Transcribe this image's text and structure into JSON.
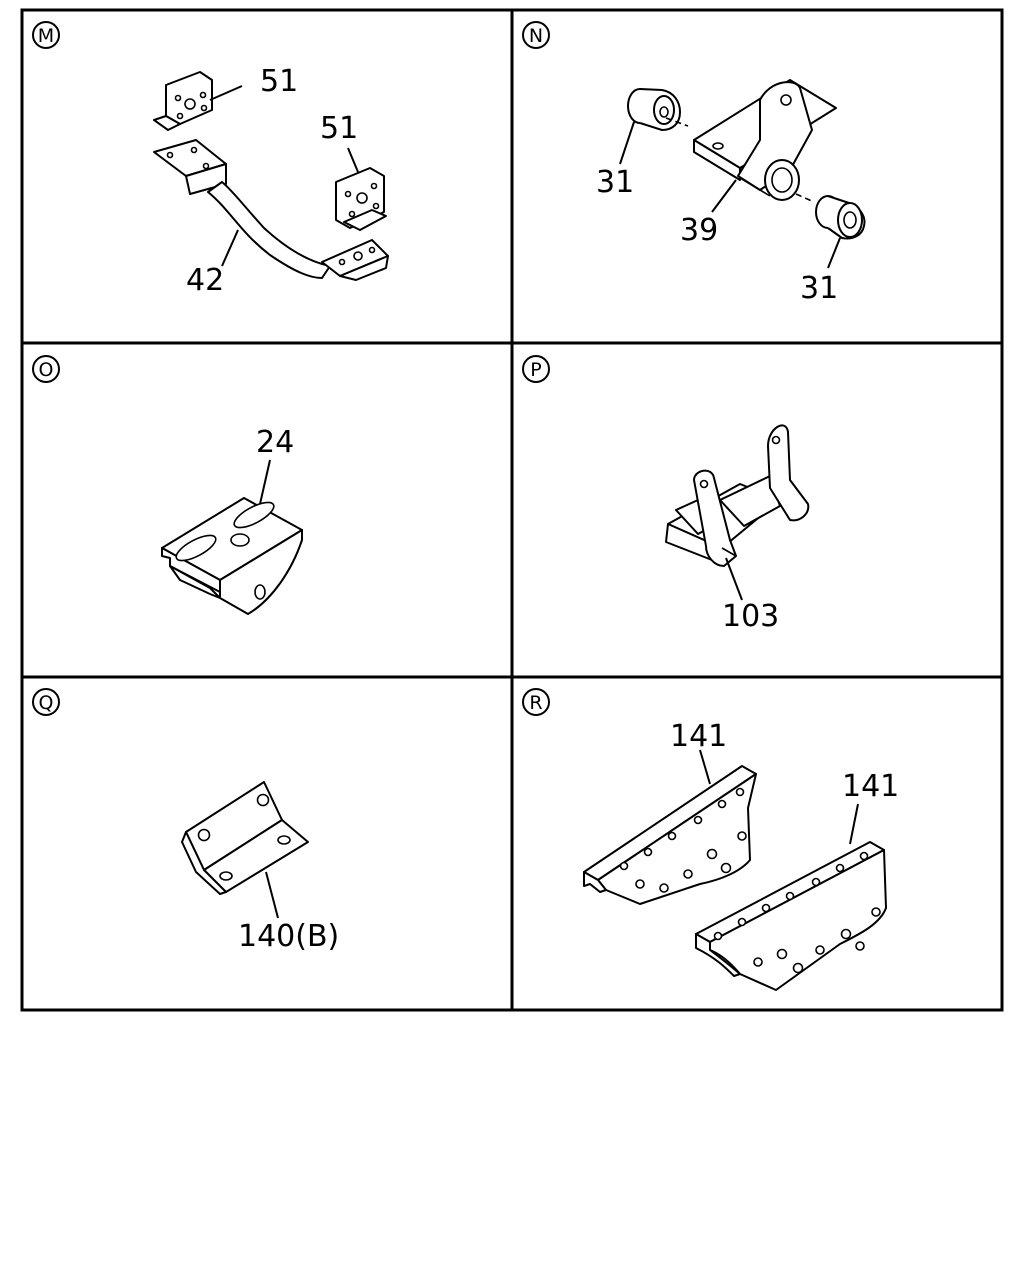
{
  "panels": [
    {
      "id": "M",
      "labels": [
        "51",
        "51",
        "42"
      ]
    },
    {
      "id": "N",
      "labels": [
        "31",
        "39",
        "31"
      ]
    },
    {
      "id": "O",
      "labels": [
        "24"
      ]
    },
    {
      "id": "P",
      "labels": [
        "103"
      ]
    },
    {
      "id": "Q",
      "labels": [
        "140(B)"
      ]
    },
    {
      "id": "R",
      "labels": [
        "141",
        "141"
      ]
    }
  ]
}
